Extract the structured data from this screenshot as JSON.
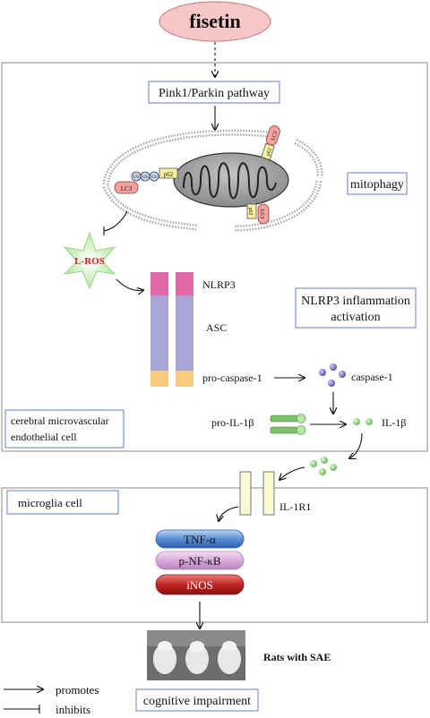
{
  "top": {
    "drug": "fisetin"
  },
  "pathway": {
    "label": "Pink1/Parkin pathway"
  },
  "mitophagy": {
    "label": "mitophagy",
    "p62": "p62",
    "lc3": "LC3",
    "ubi": "Ub"
  },
  "ros": {
    "label": "L-ROS"
  },
  "inflammasome": {
    "nlrp3": "NLRP3",
    "asc": "ASC",
    "procaspase": "pro-caspase-1",
    "caspase": "caspase-1",
    "pro_il": "pro-IL-1β",
    "il": "IL-1β",
    "activation_line1": "NLRP3 inflammation",
    "activation_line2": "activation"
  },
  "endothelial": {
    "line1": "cerebral microvascular",
    "line2": "endothelial cell"
  },
  "microglia": {
    "label": "microglia cell",
    "receptor": "IL-1R1",
    "tnf": "TNF-α",
    "nfkb": "p-NF-κB",
    "inos": "iNOS"
  },
  "outcome": {
    "rats": "Rats with SAE",
    "cognitive": "cognitive impairment"
  },
  "legend": {
    "promotes": "promotes",
    "inhibits": "inhibits"
  },
  "colors": {
    "box_border": "#6a7fc2",
    "ellipse_fill": "#f6c7c7",
    "nlrp3": "#e06aa8",
    "asc": "#a9a6d5",
    "procasp": "#f7ca7e",
    "green": "#7cc46a",
    "tnf": "#5a8fd4",
    "nfkb": "#d9a9dc",
    "inos": "#c22525"
  }
}
